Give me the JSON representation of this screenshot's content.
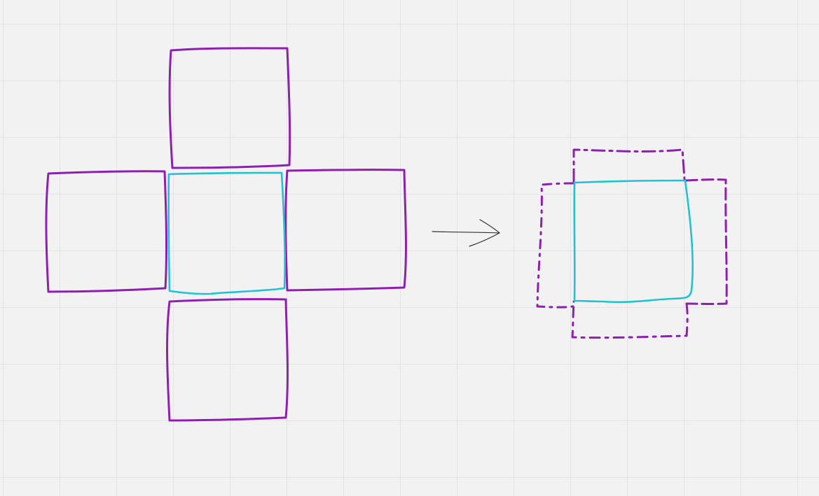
{
  "canvas": {
    "background": "#f2f2f2",
    "grid_color": "#e4e4e4"
  },
  "colors": {
    "purple": "#8e1fb0",
    "cyan": "#22c3d0",
    "arrow": "#333333"
  },
  "diagram": {
    "left_figure": {
      "description_tag": "cross-of-five-squares",
      "center_square_color": "cyan",
      "side_squares_color": "purple"
    },
    "arrow": {
      "direction": "right"
    },
    "right_figure": {
      "description_tag": "square-with-dashed-overlapping-outlines",
      "center_square_color": "cyan",
      "dashed_outline_color": "purple"
    }
  }
}
